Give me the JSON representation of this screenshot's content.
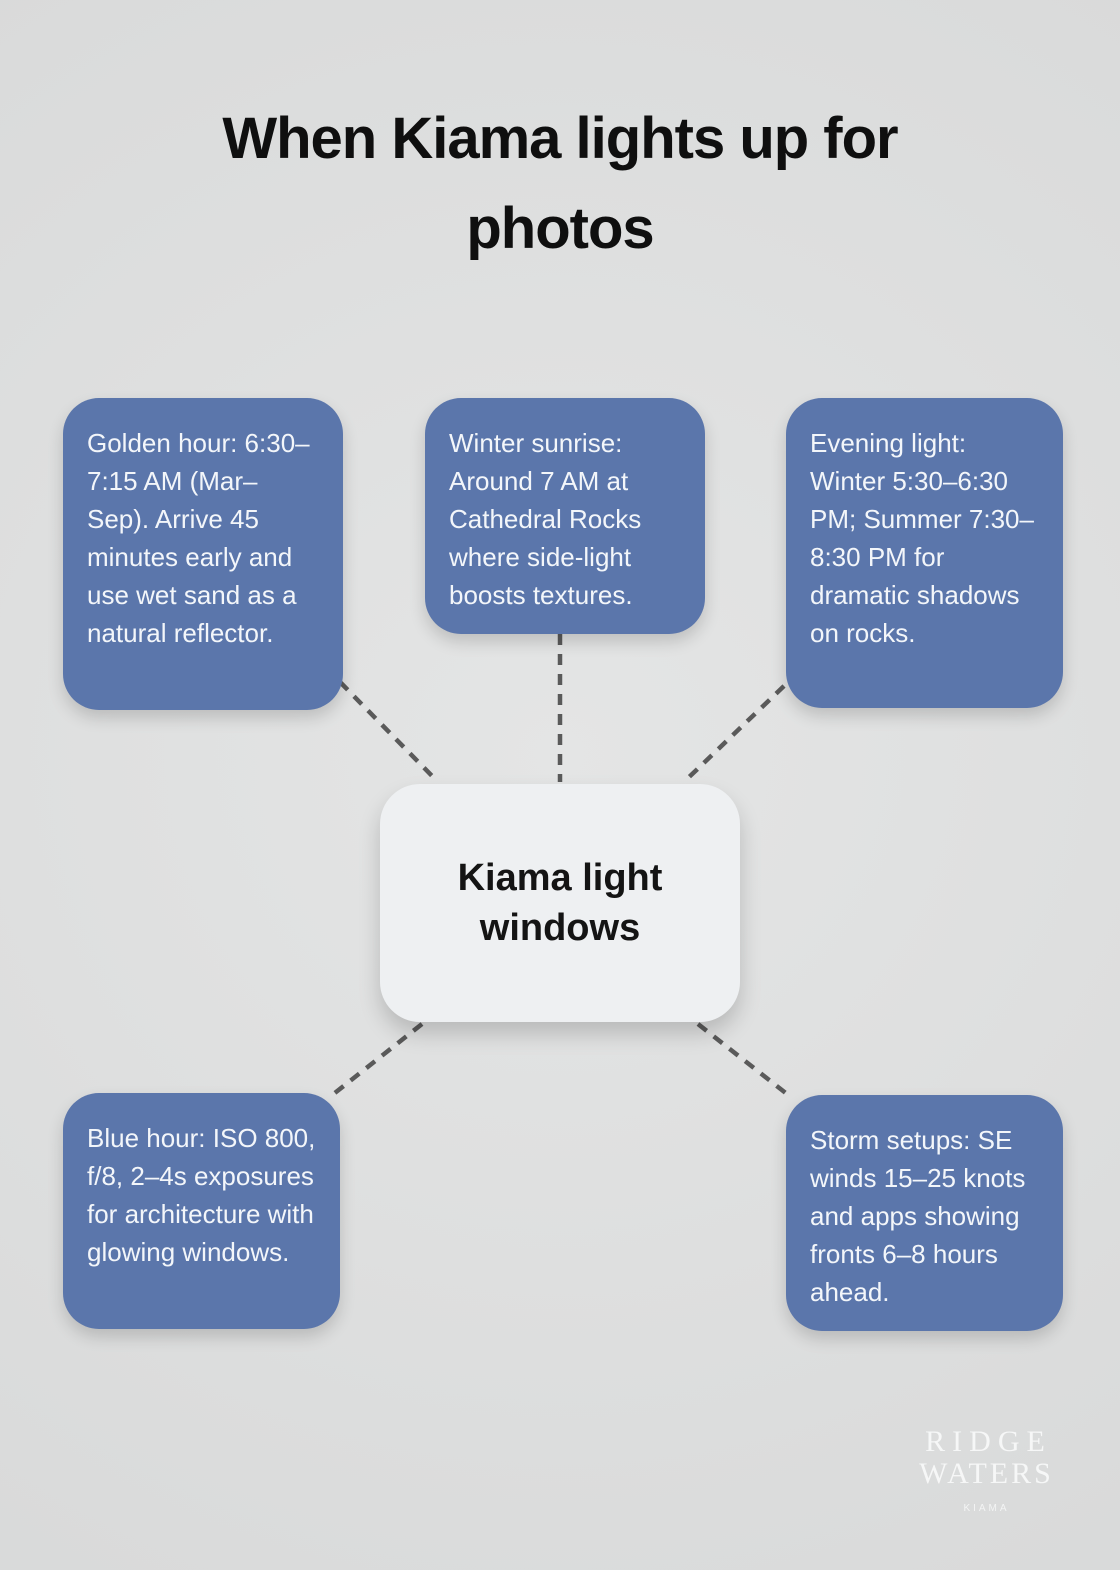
{
  "title": "When Kiama lights up for photos",
  "center_node": {
    "label": "Kiama light windows"
  },
  "nodes": [
    {
      "name": "golden-hour",
      "text": "Golden hour: 6:30–7:15 AM (Mar–Sep). Arrive 45 minutes early and use wet sand as a natural reflector."
    },
    {
      "name": "winter-sunrise",
      "text": "Winter sunrise: Around 7 AM at Cathedral Rocks where side-light boosts textures."
    },
    {
      "name": "evening-light",
      "text": "Evening light: Winter 5:30–6:30 PM; Summer 7:30–8:30 PM for dramatic shadows on rocks."
    },
    {
      "name": "blue-hour",
      "text": "Blue hour: ISO 800, f/8, 2–4s exposures for architecture with glowing windows."
    },
    {
      "name": "storm-setups",
      "text": "Storm setups: SE winds 15–25 knots and apps showing fronts 6–8 hours ahead."
    }
  ],
  "logo": {
    "primary": "RIDGE",
    "secondary": "WATERS",
    "tagline": "KIAMA"
  },
  "colors": {
    "background": "#dedfdf",
    "node_fill": "#5b76ab",
    "node_text": "#f3f6fa",
    "center_fill": "#eef0f2",
    "center_text": "#141414",
    "connector": "#5a5a5a",
    "title_text": "#0f0f0f",
    "logo_text": "#f6f7f7"
  }
}
